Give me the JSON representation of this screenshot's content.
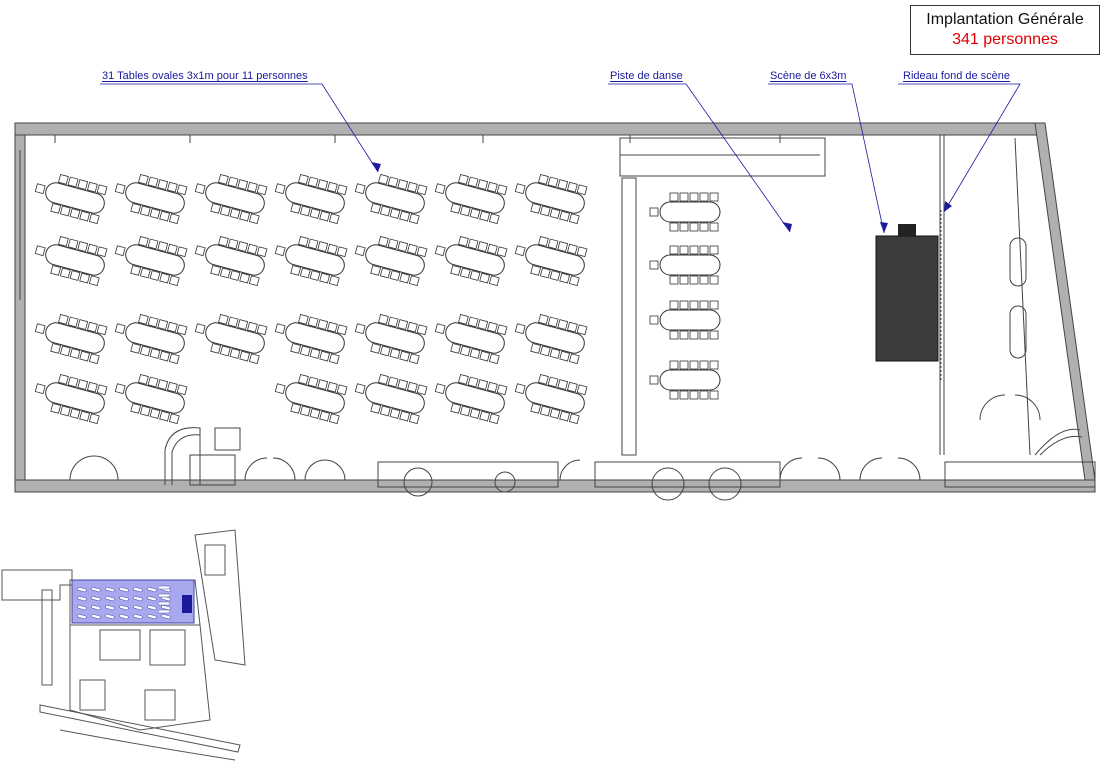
{
  "title": {
    "heading": "Implantation Générale",
    "capacity": "341 personnes",
    "capacity_color": "#e00000"
  },
  "callouts": {
    "tables": "31 Tables ovales 3x1m pour 11 personnes",
    "dance_floor": "Piste de danse",
    "stage": "Scène de 6x3m",
    "curtain": "Rideau fond de scène"
  },
  "colors": {
    "wall": "#a8a8a8",
    "line": "#444444",
    "callout": "#1a1aa0",
    "stage": "#3c3c3c",
    "highlight": "#a8a8ee"
  },
  "layout": {
    "table_count": 31,
    "table_grid_rows": 4,
    "table_grid_cols": 7,
    "dance_side_tables": 4,
    "seats_per_table": 11
  }
}
